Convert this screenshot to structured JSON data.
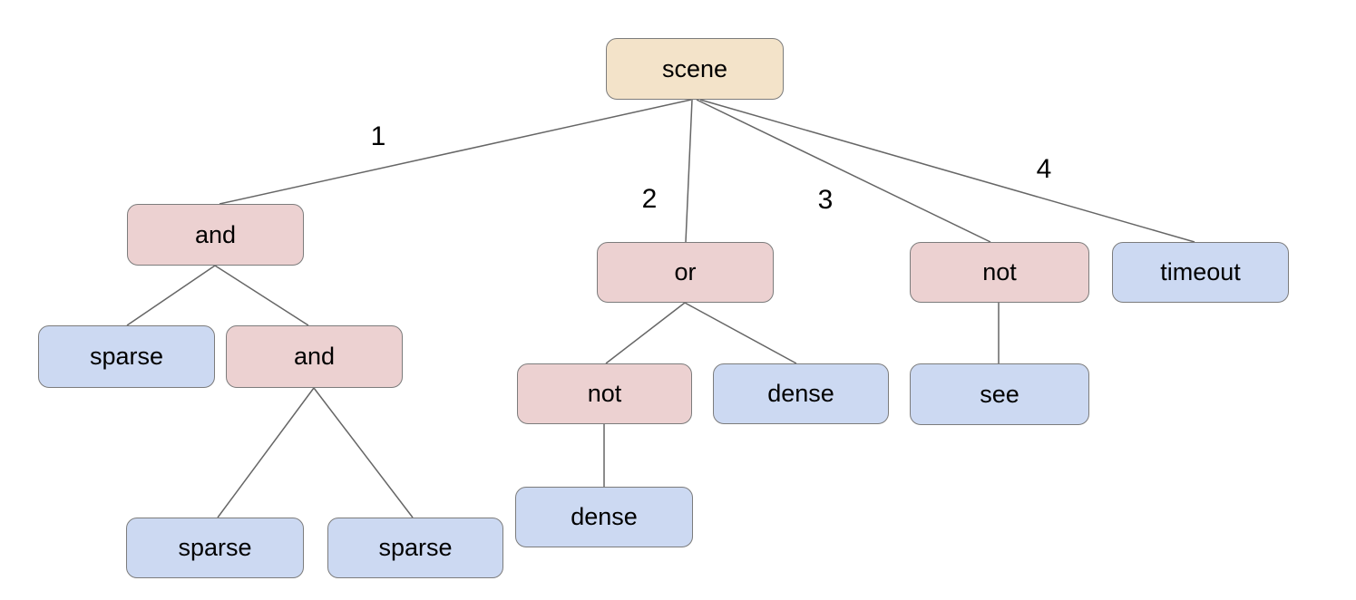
{
  "diagram": {
    "description": "behavior tree with root scene and operator/leaf nodes",
    "nodes": [
      {
        "id": "scene",
        "label": "scene",
        "type": "root"
      },
      {
        "id": "and1",
        "label": "and",
        "type": "operator"
      },
      {
        "id": "or",
        "label": "or",
        "type": "operator"
      },
      {
        "id": "not1",
        "label": "not",
        "type": "operator"
      },
      {
        "id": "timeout",
        "label": "timeout",
        "type": "leaf"
      },
      {
        "id": "sparse1",
        "label": "sparse",
        "type": "leaf"
      },
      {
        "id": "and2",
        "label": "and",
        "type": "operator"
      },
      {
        "id": "not2",
        "label": "not",
        "type": "operator"
      },
      {
        "id": "dense1",
        "label": "dense",
        "type": "leaf"
      },
      {
        "id": "see",
        "label": "see",
        "type": "leaf"
      },
      {
        "id": "dense2",
        "label": "dense",
        "type": "leaf"
      },
      {
        "id": "sparse2",
        "label": "sparse",
        "type": "leaf"
      },
      {
        "id": "sparse3",
        "label": "sparse",
        "type": "leaf"
      }
    ],
    "edges": [
      {
        "from": "scene",
        "to": "and1",
        "label": "1"
      },
      {
        "from": "scene",
        "to": "or",
        "label": "2"
      },
      {
        "from": "scene",
        "to": "not1",
        "label": "3"
      },
      {
        "from": "scene",
        "to": "timeout",
        "label": "4"
      },
      {
        "from": "and1",
        "to": "sparse1",
        "label": ""
      },
      {
        "from": "and1",
        "to": "and2",
        "label": ""
      },
      {
        "from": "and2",
        "to": "sparse2",
        "label": ""
      },
      {
        "from": "and2",
        "to": "sparse3",
        "label": ""
      },
      {
        "from": "or",
        "to": "not2",
        "label": ""
      },
      {
        "from": "or",
        "to": "dense1",
        "label": ""
      },
      {
        "from": "not2",
        "to": "dense2",
        "label": ""
      },
      {
        "from": "not1",
        "to": "see",
        "label": ""
      }
    ],
    "colors": {
      "root_fill": "#f3e3c9",
      "operator_fill": "#ecd1d1",
      "leaf_fill": "#ccd9f2",
      "node_border": "#7c7c7c",
      "edge_stroke": "#666666",
      "text": "#000000",
      "background": "#ffffff"
    }
  }
}
